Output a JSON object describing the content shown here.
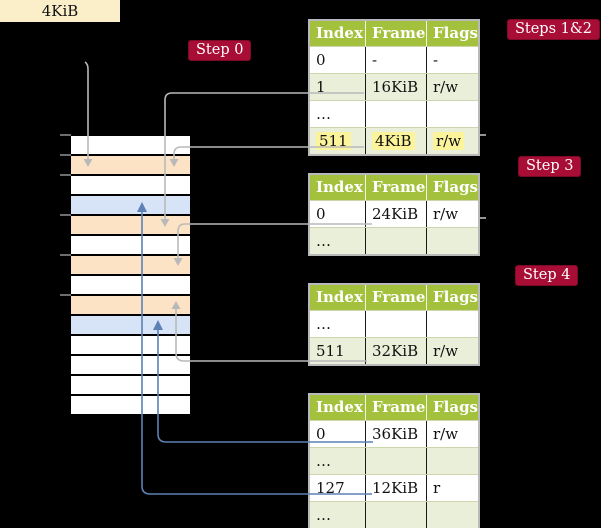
{
  "address_box": {
    "label": "4KiB"
  },
  "step_labels": [
    {
      "text": "Step 0"
    },
    {
      "text": "Steps 1&2"
    },
    {
      "text": "Step 3"
    },
    {
      "text": "Step 4"
    }
  ],
  "tables": [
    {
      "headers": [
        "Index",
        "Frame",
        "Flags"
      ],
      "rows": [
        [
          "0",
          "-",
          "-"
        ],
        [
          "1",
          "16KiB",
          "r/w"
        ],
        [
          "…",
          "",
          ""
        ],
        [
          "511",
          "4KiB",
          "r/w"
        ]
      ]
    },
    {
      "headers": [
        "Index",
        "Frame",
        "Flags"
      ],
      "rows": [
        [
          "0",
          "24KiB",
          "r/w"
        ],
        [
          "…",
          "",
          ""
        ]
      ]
    },
    {
      "headers": [
        "Index",
        "Frame",
        "Flags"
      ],
      "rows": [
        [
          "…",
          "",
          ""
        ],
        [
          "511",
          "32KiB",
          "r/w"
        ]
      ]
    },
    {
      "headers": [
        "Index",
        "Frame",
        "Flags"
      ],
      "rows": [
        [
          "0",
          "36KiB",
          "r/w"
        ],
        [
          "…",
          "",
          ""
        ],
        [
          "127",
          "12KiB",
          "r"
        ],
        [
          "…",
          "",
          ""
        ]
      ]
    }
  ],
  "memory_column": {
    "row_colors": [
      "white",
      "peach",
      "white",
      "blue",
      "peach",
      "white",
      "peach",
      "white",
      "peach",
      "blue",
      "white",
      "white",
      "white",
      "white"
    ]
  },
  "colors": {
    "accent_red": "#a80d35",
    "table_header_green": "#a3c13d",
    "row_green": "#e9efd8",
    "highlight_yellow": "#fcf49b",
    "page_table_peach": "#fde3c6",
    "mapped_page_blue": "#d7e3f6",
    "box_cream": "#fbefca",
    "arrow_gray": "#b9b9b9",
    "arrow_blue": "#5d81b5"
  }
}
